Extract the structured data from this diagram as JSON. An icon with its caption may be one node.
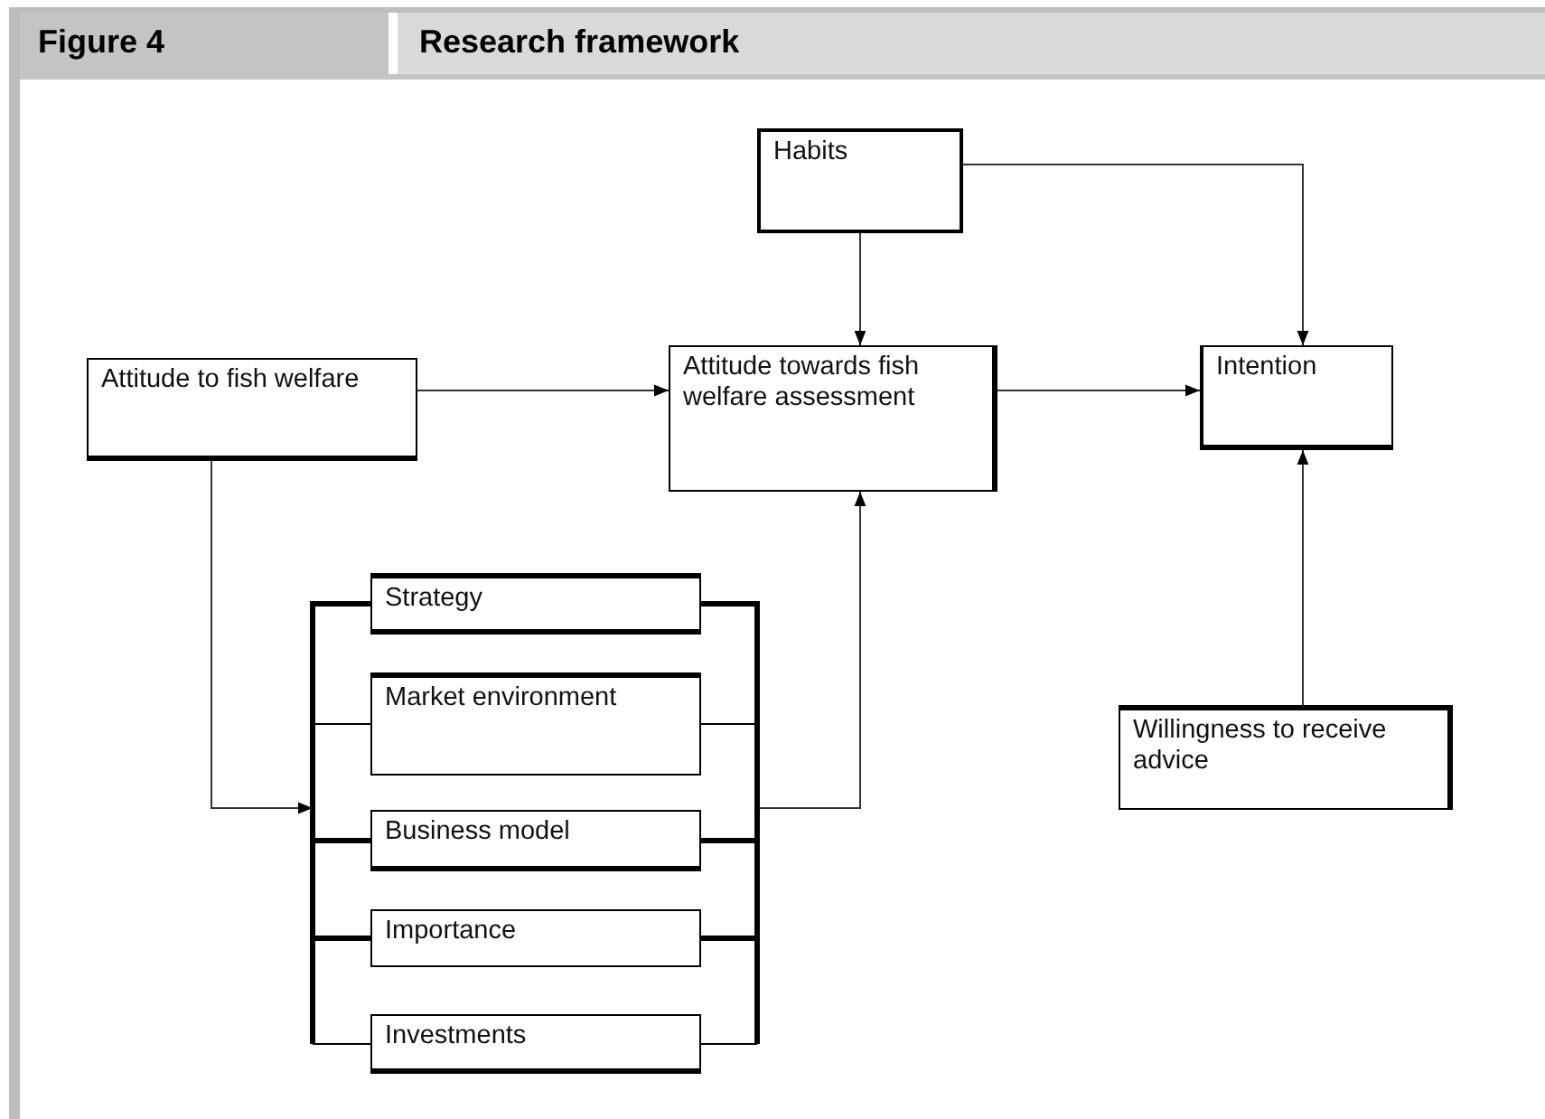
{
  "diagram": {
    "title": "Research framework",
    "nodes": [
      {
        "text": [
          "Habits"
        ]
      },
      {
        "text": [
          "Attitude to fish welfare"
        ]
      },
      {
        "text": [
          "Attitude towards fish welfare assessment"
        ]
      },
      {
        "text": [
          "Intention"
        ]
      },
      {
        "text": [],
        "shape": "bracket"
      },
      {
        "text": [
          "Strategy"
        ],
        "in": 4
      },
      {
        "text": [
          "Market environment"
        ],
        "in": 4
      },
      {
        "text": [
          "Business model"
        ],
        "in": 4
      },
      {
        "text": [
          "Importance"
        ],
        "in": 4
      },
      {
        "text": [
          "Investments"
        ],
        "in": 4
      },
      {
        "text": [
          "Willingness to receive advice"
        ]
      }
    ],
    "edges": [
      {
        "from": 0,
        "to": 2,
        "arrow": "to"
      },
      {
        "from": 0,
        "to": 3,
        "arrow": "to"
      },
      {
        "from": 1,
        "to": 2,
        "arrow": "to"
      },
      {
        "from": 2,
        "to": 3,
        "arrow": "to"
      },
      {
        "from": 1,
        "to": 4,
        "arrow": "to"
      },
      {
        "from": 4,
        "to": 2,
        "arrow": "to"
      },
      {
        "from": 10,
        "to": 3,
        "arrow": "to"
      }
    ],
    "labels": [
      "Figure 4"
    ]
  }
}
